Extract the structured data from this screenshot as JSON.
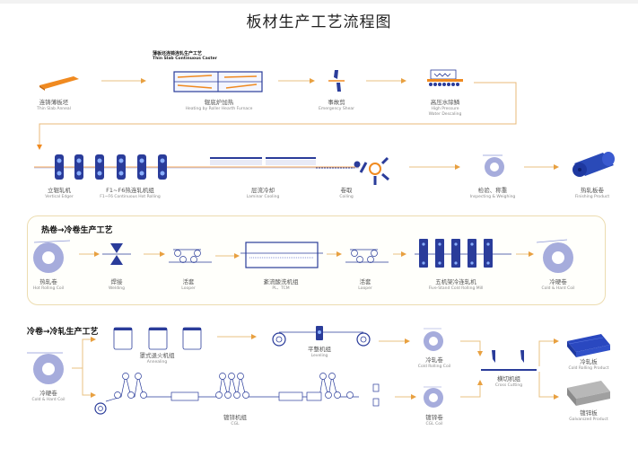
{
  "title": "板材生产工艺流程图",
  "colors": {
    "blue": "#2a3c9a",
    "light_blue": "#8a94d6",
    "orange": "#f08a20",
    "arrow": "#e8b060",
    "gray": "#9a9a9a"
  },
  "section1": {
    "subtitle_cn": "薄板坯连铸连轧生产工艺",
    "subtitle_en": "Thin Slab Continuous Caster",
    "steps": [
      {
        "cn": "连铸薄板坯",
        "en": "Thin Slab Anneal",
        "icon": "thin-slab-icon"
      },
      {
        "cn": "辊底炉加热",
        "en": "Heating by Roller Hearth Furnace",
        "icon": "roller-hearth-furnace-icon"
      },
      {
        "cn": "事故剪",
        "en": "Emergency Shear",
        "icon": "emergency-shear-icon"
      },
      {
        "cn": "高压水除鳞",
        "en": "High Pressure Water Descaling",
        "icon": "descaling-icon"
      },
      {
        "cn": "立辊轧机",
        "en": "Vertical Edger",
        "icon": "vertical-edger-icon"
      },
      {
        "cn": "F1~F6热连轧机组",
        "en": "F1~F6 Continuous Hot Rolling",
        "icon": "hot-rolling-mill-icon"
      },
      {
        "cn": "层流冷却",
        "en": "Laminar Cooling",
        "icon": "laminar-cooling-icon"
      },
      {
        "cn": "卷取",
        "en": "Coiling",
        "icon": "coiler-icon"
      },
      {
        "cn": "检验、称重",
        "en": "Inspecting & Weighing",
        "icon": "coil-icon"
      },
      {
        "cn": "热轧板卷",
        "en": "Finishing Product",
        "icon": "hot-coil-product-icon"
      }
    ]
  },
  "section2": {
    "title": "热卷→冷卷生产工艺",
    "steps": [
      {
        "cn": "热轧卷",
        "en": "Hot Rolling Coil",
        "icon": "hot-coil-icon"
      },
      {
        "cn": "焊接",
        "en": "Welding",
        "icon": "welding-icon"
      },
      {
        "cn": "活套",
        "en": "Looper",
        "icon": "looper-icon"
      },
      {
        "cn": "紊流酸洗机组",
        "en": "PL、TCM",
        "icon": "pickling-line-icon"
      },
      {
        "cn": "活套",
        "en": "Looper",
        "icon": "looper-icon"
      },
      {
        "cn": "五机架冷连轧机",
        "en": "Five-Stand Cold Rolling Mill",
        "icon": "cold-rolling-mill-icon"
      },
      {
        "cn": "冷硬卷",
        "en": "Cold & Hard Coil",
        "icon": "cold-hard-coil-icon"
      }
    ]
  },
  "section3": {
    "title": "冷卷→冷轧生产工艺",
    "steps": [
      {
        "cn": "冷硬卷",
        "en": "Cold & Hard Coil",
        "icon": "cold-hard-coil-icon"
      },
      {
        "cn": "罩式退火机组",
        "en": "Annealing",
        "icon": "annealing-furnace-icon"
      },
      {
        "cn": "平整机组",
        "en": "Leveling",
        "icon": "leveling-icon"
      },
      {
        "cn": "冷轧卷",
        "en": "Cold Rolling Coil",
        "icon": "cold-rolling-coil-icon"
      },
      {
        "cn": "镀锌机组",
        "en": "CGL",
        "icon": "galvanizing-line-icon"
      },
      {
        "cn": "镀锌卷",
        "en": "CGL Coil",
        "icon": "galvanized-coil-icon"
      },
      {
        "cn": "横切机组",
        "en": "Cross Cutting",
        "icon": "cross-cutting-icon"
      },
      {
        "cn": "冷轧板",
        "en": "Cold Rolling Product",
        "icon": "cold-sheet-product-icon"
      },
      {
        "cn": "镀锌板",
        "en": "Galvanized Product",
        "icon": "galvanized-sheet-product-icon"
      }
    ]
  }
}
